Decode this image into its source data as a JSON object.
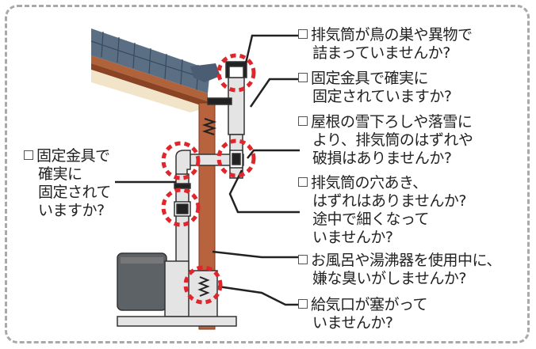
{
  "checklist": {
    "item1": {
      "line1": "排気筒が鳥の巣や異物で",
      "line2": "詰まっていませんか?"
    },
    "item2": {
      "line1": "固定金具で確実に",
      "line2": "固定されていますか?"
    },
    "item3": {
      "line1": "屋根の雪下ろしや落雪に",
      "line2": "より、排気筒のはずれや",
      "line3": "破損はありませんか?"
    },
    "item4": {
      "line1": "排気筒の穴あき、",
      "line2": "はずれはありませんか?",
      "line3": "途中で細くなって",
      "line4": "いませんか?"
    },
    "item5": {
      "line1": "お風呂や湯沸器を使用中に、",
      "line2": "嫌な臭いがしませんか?"
    },
    "item6": {
      "line1": "給気口が塞がって",
      "line2": "いませんか?"
    },
    "item_left": {
      "line1": "固定金具で",
      "line2": "確実に",
      "line3": "固定されて",
      "line4": "いますか?"
    }
  },
  "colors": {
    "frame": "#a9a9a9",
    "roof_tile": "#5a6e84",
    "roof_eave": "#b0623a",
    "pillar": "#b8623e",
    "pipe": "#e4e4e4",
    "outline": "#333333",
    "highlight_circle": "#e0262c",
    "boiler": "#5d6266"
  },
  "icons": [
    "box-icon",
    "roof-illustration",
    "chimney-pipe-illustration",
    "boiler-illustration",
    "red-dashed-circle-icon"
  ]
}
